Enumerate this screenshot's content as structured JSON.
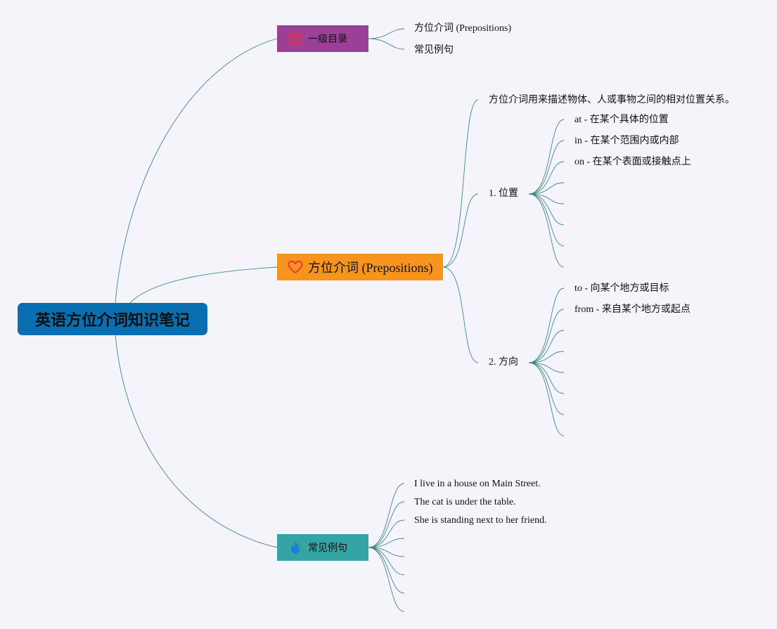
{
  "root": {
    "label": "英语方位介词知识笔记",
    "color": "#0a6fb0"
  },
  "topics": [
    {
      "label": "一级目录",
      "icon": "star-icon",
      "color": "#9b3f97",
      "children": [
        "方位介词 (Prepositions)",
        "常见例句"
      ]
    },
    {
      "label": "方位介词 (Prepositions)",
      "icon": "heart-icon",
      "color": "#f7941d",
      "description": "方位介词用来描述物体、人或事物之间的相对位置关系。",
      "sections": [
        {
          "label": "1. 位置",
          "items": [
            "at - 在某个具体的位置",
            "in - 在某个范围内或内部",
            "on - 在某个表面或接触点上",
            "",
            "",
            "",
            "",
            ""
          ]
        },
        {
          "label": "2. 方向",
          "items": [
            "to - 向某个地方或目标",
            "from - 来自某个地方或起点",
            "",
            "",
            "",
            "",
            "",
            ""
          ]
        }
      ]
    },
    {
      "label": "常见例句",
      "icon": "flame-icon",
      "color": "#35a4a4",
      "children": [
        "I live in a house on Main Street.",
        "The cat is under the table.",
        "She is standing next to her friend.",
        "",
        "",
        "",
        "",
        ""
      ]
    }
  ],
  "line_color": "#3f8a7d"
}
